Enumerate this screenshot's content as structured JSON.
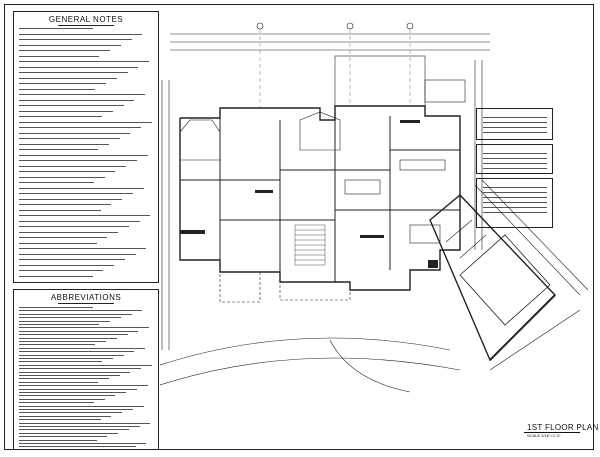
{
  "sheet": {
    "plan_title": "1ST FLOOR PLAN",
    "scale": "SCALE 3/16\"=1'-0\""
  },
  "general_notes": {
    "title": "GENERAL NOTES",
    "line_count": 46
  },
  "abbreviations": {
    "title": "ABBREVIATIONS",
    "line_count": 42
  },
  "area_tables": [
    {
      "row_count": 4
    },
    {
      "row_count": 4
    },
    {
      "row_count": 6
    }
  ],
  "colors": {
    "ink": "#111111",
    "paper": "#ffffff",
    "linework": "#222222"
  }
}
